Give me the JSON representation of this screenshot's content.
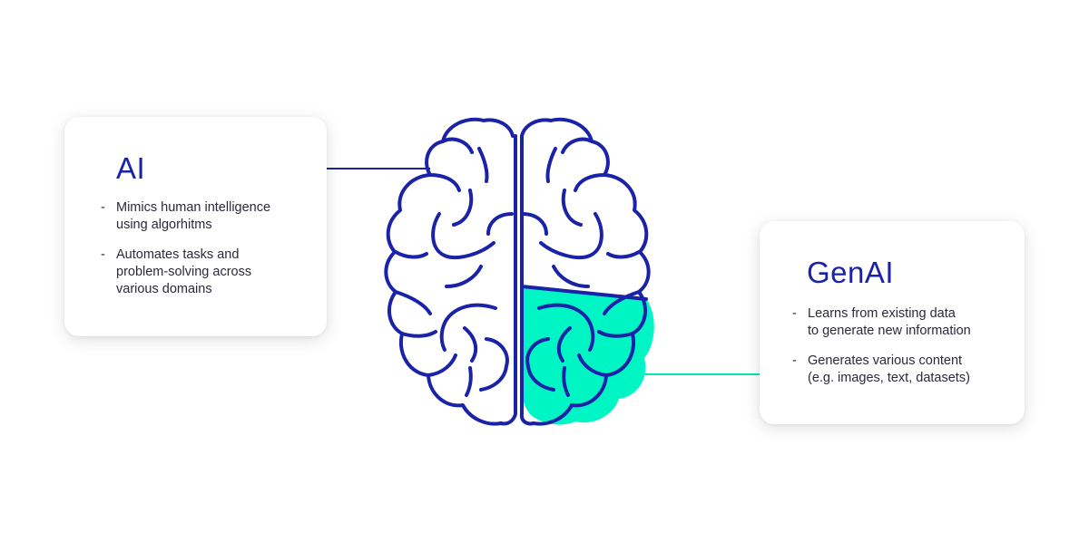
{
  "ai_card": {
    "title": "AI",
    "bullets": [
      {
        "dash": "-",
        "text": "Mimics human intelligence\nusing algorhitms"
      },
      {
        "dash": "-",
        "text": "Automates tasks and\nproblem-solving across\nvarious domains"
      }
    ]
  },
  "genai_card": {
    "title": "GenAI",
    "bullets": [
      {
        "dash": "-",
        "text": "Learns from existing data\nto generate new information"
      },
      {
        "dash": "-",
        "text": "Generates various content\n(e.g. images, text, datasets)"
      }
    ]
  },
  "colors": {
    "brain_outline": "#1a22a8",
    "genai_highlight": "#00f5c4",
    "ai_connector": "#1a22a8",
    "genai_connector": "#00e6b8"
  }
}
